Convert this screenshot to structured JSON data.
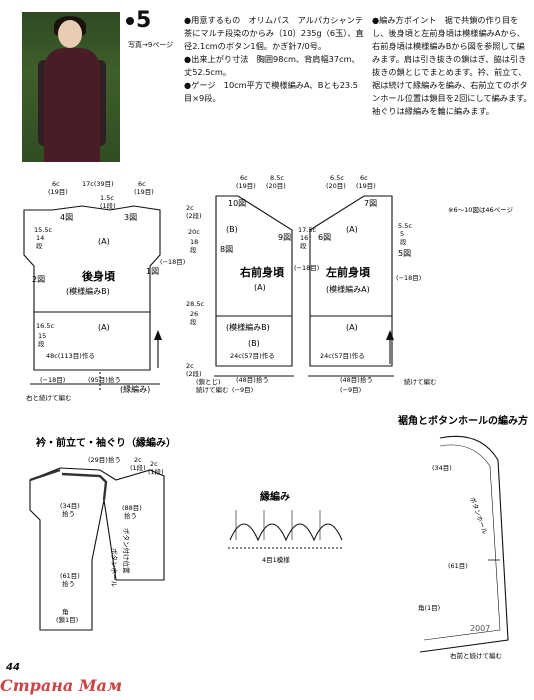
{
  "header": {
    "pattern_number": "5",
    "photo_ref": "写真→9ページ"
  },
  "materials": [
    "●用意するもの　オリムパス　アルパカシャンテ　茶にマルチ段染のからみ（10）235g（6玉）、直径2.1cmのボタン1個。かぎ針7/0号。",
    "●出来上がり寸法　胸囲98cm、背肩幅37cm、丈52.5cm。",
    "●ゲージ　10cm平方で模様編みA、Bとも23.5目×9段。"
  ],
  "instructions": "●編み方ポイント　裾で共鎖の作り目をし、後身頃と左前身頃は模様編みAから、右前身頃は模様編みBから図を参照して編みます。肩は引き抜きの鎖はぎ、脇は引き抜きの鎖とじでまとめます。衿、前立て、裾は続けて縁編みを編み、右前立てのボタンホール位置は鎖目を2回にして編みます。袖ぐりは縁編みを輪に編みます。",
  "back": {
    "top_dims": [
      "6c",
      "(19目)",
      "17c(39目)",
      "6c",
      "(19目)"
    ],
    "neck": [
      "1.5c",
      "(1段)"
    ],
    "num4": "4図",
    "num3": "3図",
    "num2": "2図",
    "num1": "1図",
    "pat_a_top": "(A)",
    "title": "後身頃",
    "sub": "(模様編みB)",
    "pat_a_bottom": "(A)",
    "side_left": [
      "15.5c",
      "14",
      "段"
    ],
    "side_low": [
      "16.5c",
      "15",
      "段"
    ],
    "minus_18": "(−18目)",
    "bottom_main": "48c(113目)作る",
    "bottom_95": "(95目)拾う",
    "bottom_18": "(−18目)",
    "gather": "(縁編み)",
    "seam": "(鎖とじ)",
    "arrow_note": "↑",
    "right_dims": [
      "2c",
      "(2段)",
      "20c",
      "18",
      "段",
      "28.5c",
      "26",
      "段",
      "2c",
      "(2段)"
    ],
    "bottom_note": "右と続けて編む"
  },
  "right_front": {
    "top": [
      "6c",
      "(19目)",
      "8.5c",
      "(20目)"
    ],
    "num10": "10図",
    "num9": "9図",
    "num8": "8図",
    "pat_b": "(B)",
    "pat_a": "(A)",
    "title": "右前身頃",
    "sub": "(模様編みB)",
    "pat_b2": "(B)",
    "minus18": "(−18目)",
    "left_dims": [
      "17.5c",
      "16",
      "段"
    ],
    "bottom_main": "24c(57目)作る",
    "bottom_48": "(48目)拾う",
    "bottom_9": "(−9目)",
    "note": "続けて編む"
  },
  "left_front": {
    "top": [
      "6.5c",
      "(20目)",
      "6c",
      "(19目)"
    ],
    "num7": "7図",
    "num6": "6図",
    "num5": "5図",
    "pat_a": "(A)",
    "title": "左前身頃",
    "sub": "(模様編みA)",
    "pat_a2": "(A)",
    "right_dims": [
      "5.5c",
      "5",
      "段"
    ],
    "minus18": "(−18目)",
    "bottom_main": "24c(57目)作る",
    "bottom_48": "(48目)拾う",
    "bottom_9": "(−9目)",
    "note": "続けて編む"
  },
  "page_ref": "※6〜10図は46ページ",
  "collar": {
    "title": "衿・前立て・袖ぐり（縁編み）",
    "top": [
      "(29目)拾う",
      "2c",
      "(1段)",
      "2c",
      "(1段)"
    ],
    "left_34": [
      "(34目)",
      "拾う"
    ],
    "right_88": [
      "(88目)",
      "拾う"
    ],
    "front_61": [
      "(61目)",
      "拾う"
    ],
    "corner": "角",
    "corner_sub": "(鎖1目)",
    "buttonhole": "ボタンホール",
    "button_pos": "ボタン付け位置"
  },
  "edging": {
    "title": "縁編み",
    "repeat": "4目1模様"
  },
  "hem": {
    "title": "裾角とボタンホールの編み方",
    "n34": "(34目)",
    "btn": "ボタンホール",
    "n61": "(61目)",
    "corner": "角(1目)",
    "right_ref": "右前と続けて編む"
  },
  "page_number": "44",
  "watermark": "Страна Мам",
  "stamp": "2007"
}
